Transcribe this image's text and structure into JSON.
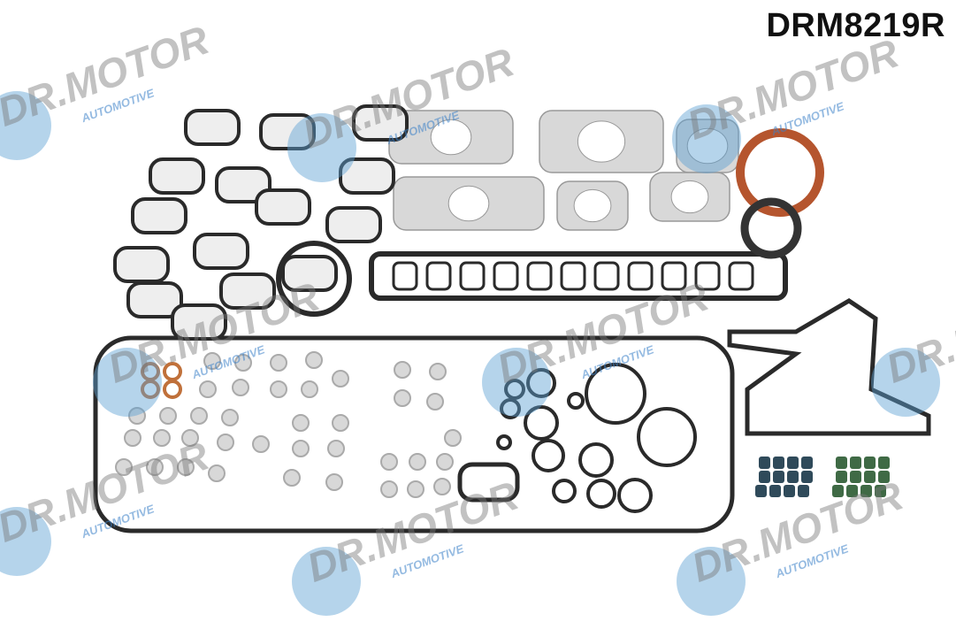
{
  "product_code": "DRM8219R",
  "watermark": {
    "brand": "DR.MOTOR",
    "sub": "AUTOMOTIVE",
    "circle_color": "#5aa0d2",
    "text_color": "#787878",
    "sub_color": "#3c82c8"
  },
  "colors": {
    "gasket": "#2a2a2a",
    "metal": "#d8d8d8",
    "copper": "#c0703a",
    "seal_red": "#b5552e",
    "valve_seal_blue": "#2f4a5a",
    "valve_seal_green": "#3f6a45"
  }
}
